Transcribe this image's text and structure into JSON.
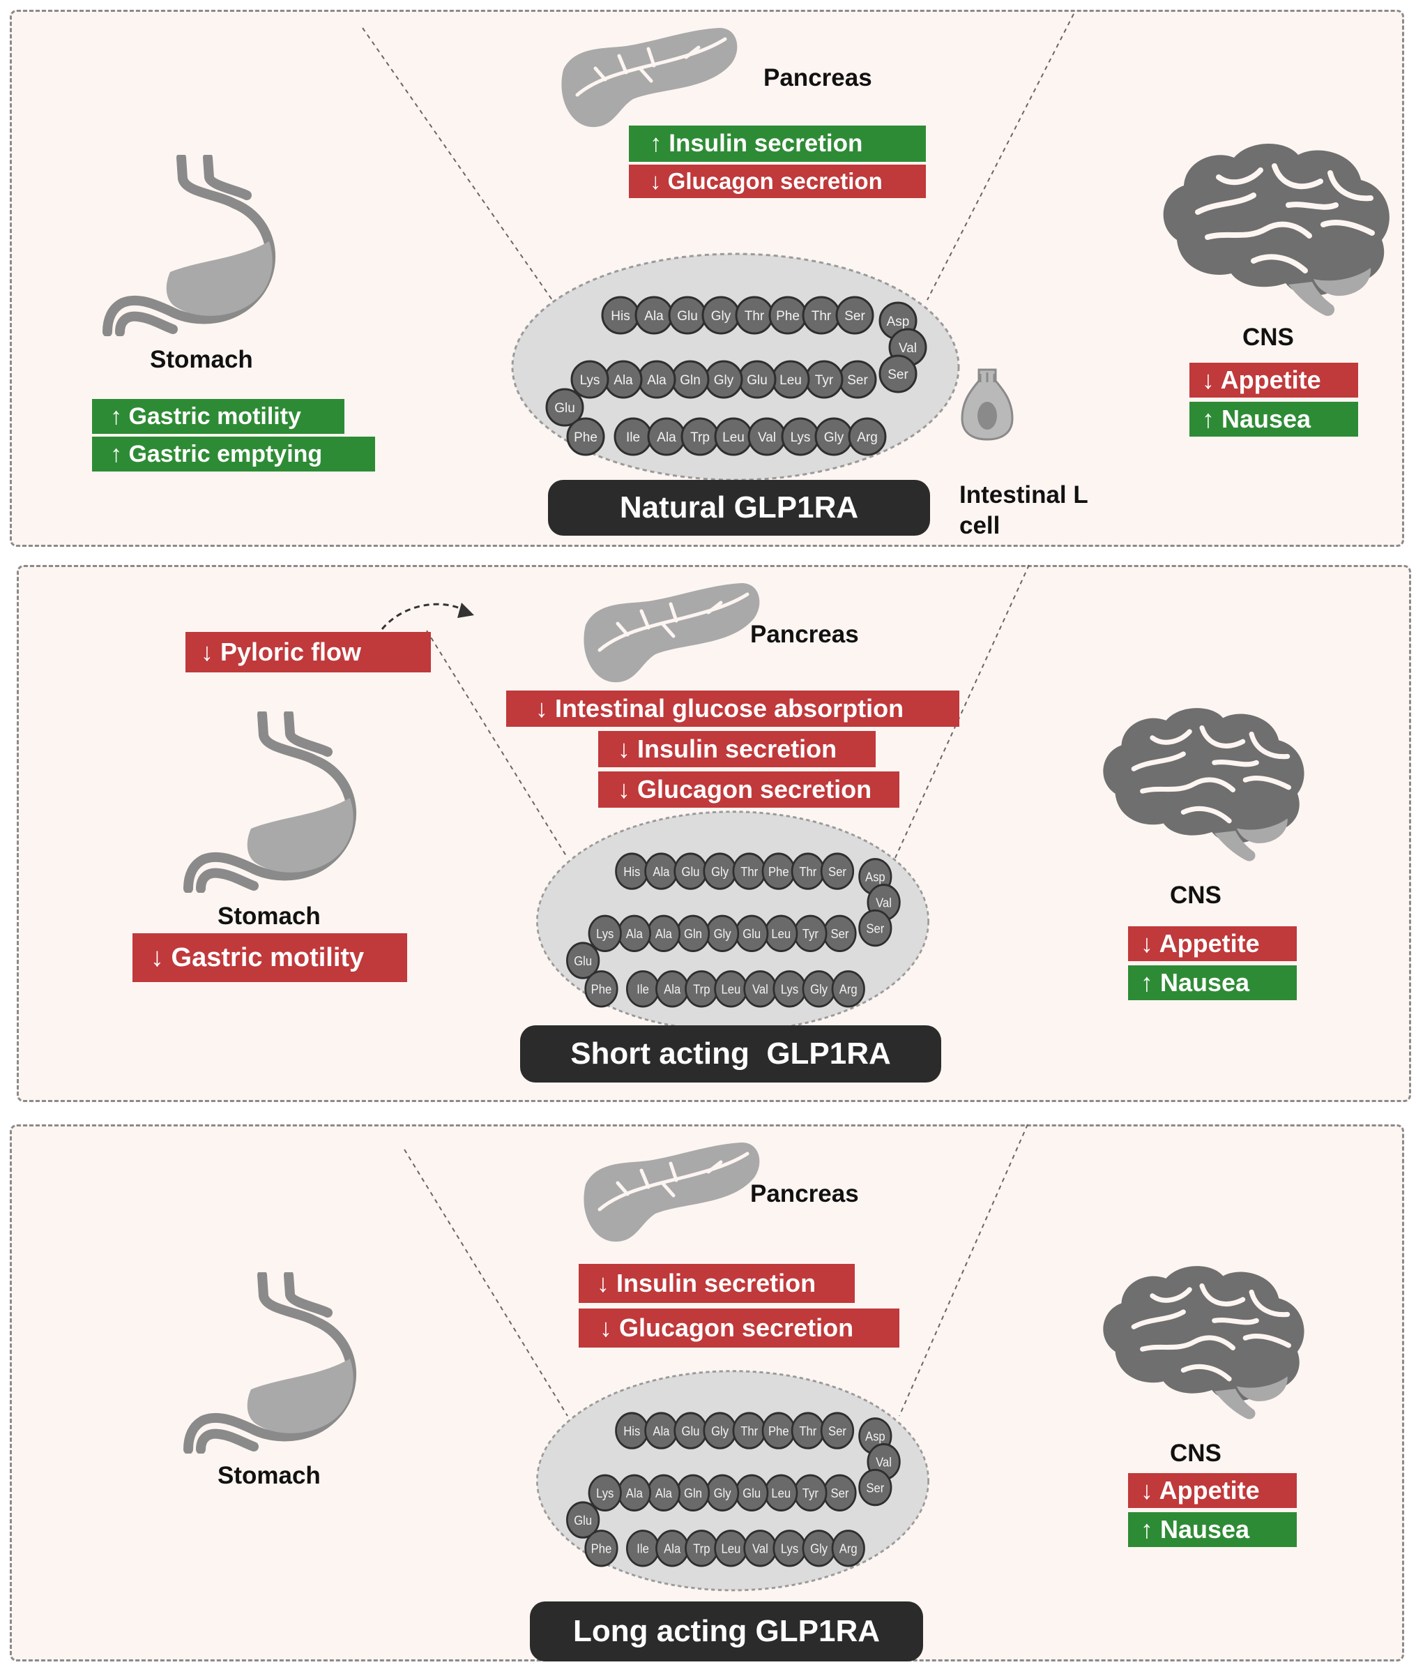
{
  "peptide": {
    "row1": [
      "His",
      "Ala",
      "Glu",
      "Gly",
      "Thr",
      "Phe",
      "Thr",
      "Ser",
      "Asp"
    ],
    "turn1": [
      "Val"
    ],
    "row2": [
      "Ser",
      "Ser",
      "Tyr",
      "Leu",
      "Glu",
      "Gly",
      "Gln",
      "Ala",
      "Ala",
      "Lys"
    ],
    "turn2": [
      "Glu"
    ],
    "row3": [
      "Phe",
      "Ile",
      "Ala",
      "Trp",
      "Leu",
      "Val",
      "Lys",
      "Gly",
      "Arg"
    ]
  },
  "colors": {
    "increase_box": "#2e8b35",
    "decrease_box": "#c0393b",
    "panel_bg": "#fdf5f2",
    "organ_gray": "#8a8a8a",
    "label_pill": "#2b2b2b"
  },
  "icons": [
    "stomach-icon",
    "pancreas-icon",
    "brain-icon",
    "intestinal-l-cell-icon",
    "peptide-chain-icon",
    "curved-arrow-icon"
  ],
  "panel1": {
    "title": "Natural GLP1RA",
    "stomach_label": "Stomach",
    "stomach_effects": [
      "↑ Gastric motility",
      "↑ Gastric emptying"
    ],
    "pancreas_label": "Pancreas",
    "pancreas_effects": [
      "↑ Insulin secretion",
      "↓ Glucagon secretion"
    ],
    "cns_label": "CNS",
    "cns_effects": [
      "↓ Appetite",
      "↑ Nausea"
    ],
    "cell_label": "Intestinal L\ncell"
  },
  "panel2": {
    "title": "Short acting  GLP1RA",
    "pyloric": "↓ Pyloric flow",
    "stomach_label": "Stomach",
    "stomach_effects": [
      "↓  Gastric motility"
    ],
    "pancreas_label": "Pancreas",
    "pancreas_effects": [
      "↓ Intestinal glucose absorption",
      "↓ Insulin secretion",
      "↓ Glucagon secretion"
    ],
    "cns_label": "CNS",
    "cns_effects": [
      "↓ Appetite",
      "↑ Nausea"
    ]
  },
  "panel3": {
    "title": "Long acting GLP1RA",
    "stomach_label": "Stomach",
    "pancreas_label": "Pancreas",
    "pancreas_effects": [
      "↓ Insulin secretion",
      "↓ Glucagon secretion"
    ],
    "cns_label": "CNS",
    "cns_effects": [
      "↓ Appetite",
      "↑ Nausea"
    ]
  }
}
